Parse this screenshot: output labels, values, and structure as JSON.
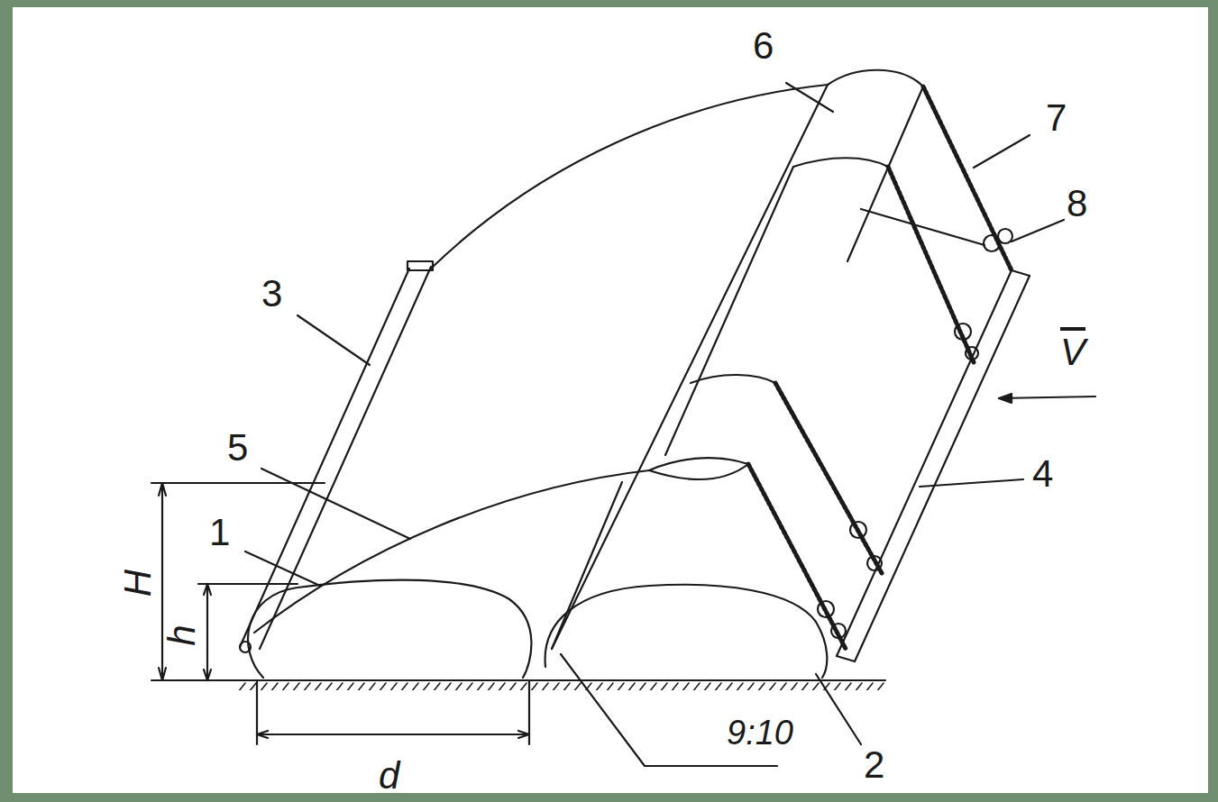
{
  "diagram": {
    "labels": [
      "6",
      "7",
      "8",
      "3",
      "5",
      "1",
      "4",
      "2",
      "H",
      "h",
      "d",
      "9:10",
      "V"
    ]
  }
}
